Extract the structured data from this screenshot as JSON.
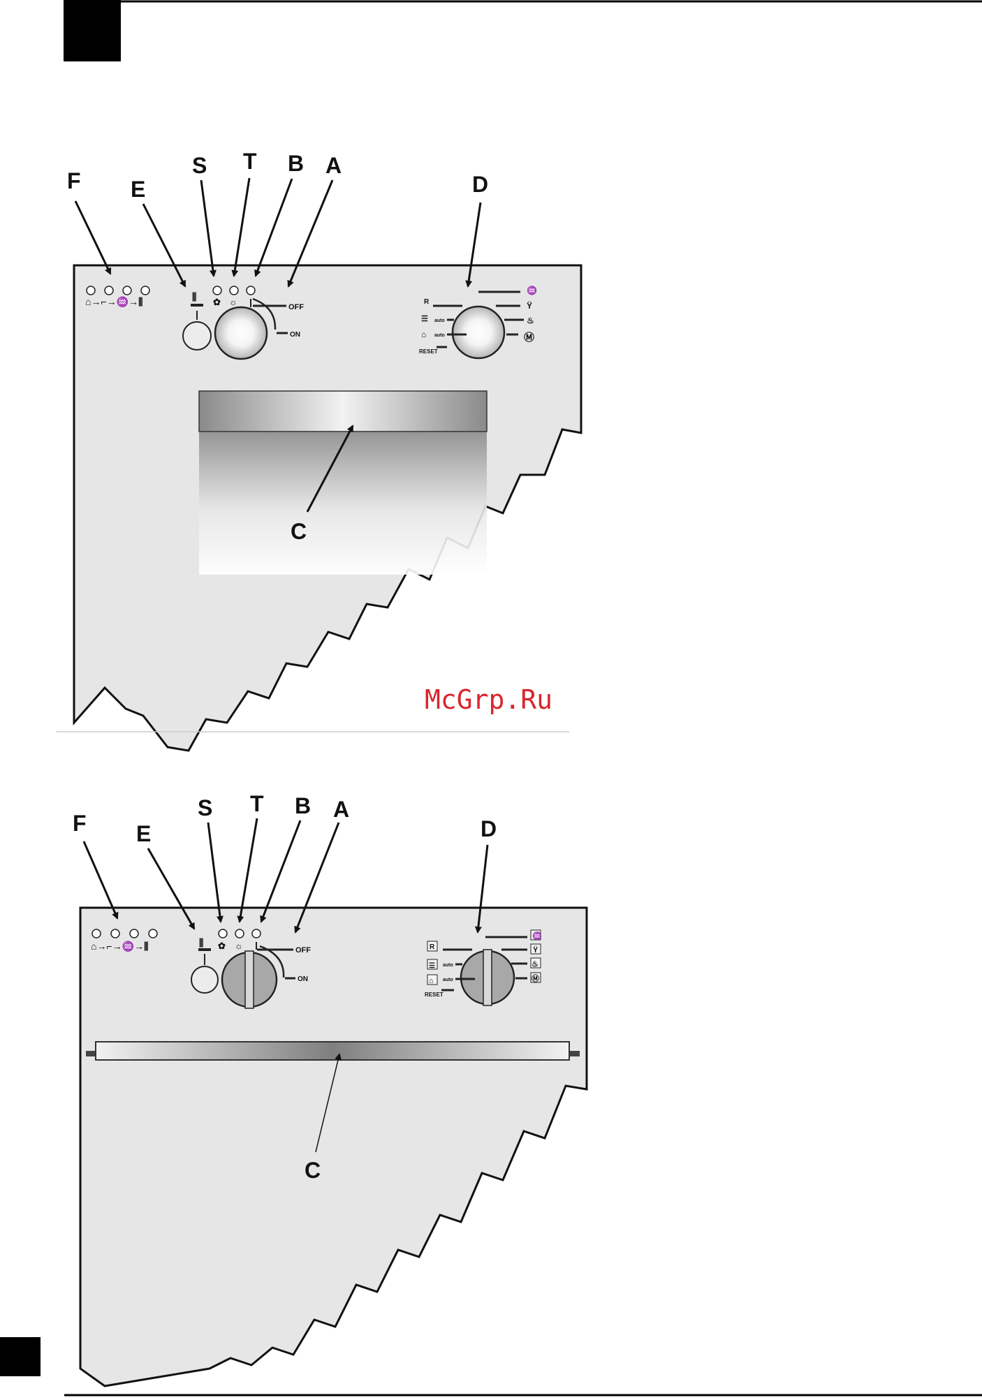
{
  "watermark": "McGrp.Ru",
  "panels": [
    {
      "labels": {
        "F": "F",
        "E": "E",
        "S": "S",
        "T": "T",
        "B": "B",
        "A": "A",
        "D": "D",
        "C": "C"
      },
      "switch": {
        "off": "OFF",
        "on": "ON"
      },
      "program_selector": {
        "reset": "RESET",
        "auto_tag": "auto"
      }
    },
    {
      "labels": {
        "F": "F",
        "E": "E",
        "S": "S",
        "T": "T",
        "B": "B",
        "A": "A",
        "D": "D",
        "C": "C"
      },
      "switch": {
        "off": "OFF",
        "on": "ON"
      },
      "program_selector": {
        "reset": "RESET",
        "auto_tag": "auto"
      }
    }
  ],
  "colors": {
    "panel": "#e6e6e6",
    "line": "#222222",
    "watermark": "#d8262d"
  }
}
